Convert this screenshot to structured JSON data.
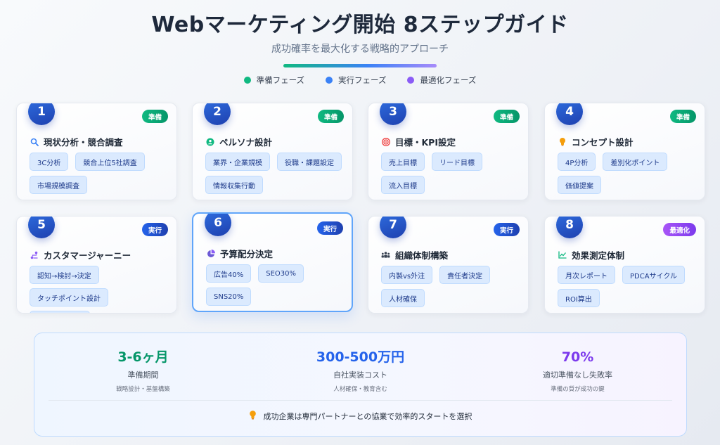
{
  "header": {
    "title": "Webマーケティング開始 8ステップガイド",
    "subtitle": "成功確率を最大化する戦略的アプローチ"
  },
  "legend": [
    {
      "label": "準備フェーズ",
      "color": "#10b981"
    },
    {
      "label": "実行フェーズ",
      "color": "#3b82f6"
    },
    {
      "label": "最適化フェーズ",
      "color": "#8b5cf6"
    }
  ],
  "steps": [
    {
      "number": "1",
      "badge": "準備",
      "phase": "prep",
      "icon": "search-icon",
      "title": "現状分析・競合調査",
      "tags": [
        "3C分析",
        "競合上位5社調査",
        "市場規模調査"
      ]
    },
    {
      "number": "2",
      "badge": "準備",
      "phase": "prep",
      "icon": "user-icon",
      "title": "ペルソナ設計",
      "tags": [
        "業界・企業規模",
        "役職・課題設定",
        "情報収集行動"
      ]
    },
    {
      "number": "3",
      "badge": "準備",
      "phase": "prep",
      "icon": "target-icon",
      "title": "目標・KPI設定",
      "tags": [
        "売上目標",
        "リード目標",
        "流入目標"
      ]
    },
    {
      "number": "4",
      "badge": "準備",
      "phase": "prep",
      "icon": "lightbulb-icon",
      "title": "コンセプト設計",
      "tags": [
        "4P分析",
        "差別化ポイント",
        "価値提案"
      ]
    },
    {
      "number": "5",
      "badge": "実行",
      "phase": "exec",
      "icon": "route-icon",
      "title": "カスタマージャーニー",
      "tags": [
        "認知→検討→決定",
        "タッチポイント設計",
        ""
      ]
    },
    {
      "number": "6",
      "badge": "実行",
      "phase": "exec",
      "icon": "pie-chart-icon",
      "title": "予算配分決定",
      "tags": [
        "広告40%",
        "SEO30%",
        "SNS20%"
      ]
    },
    {
      "number": "7",
      "badge": "実行",
      "phase": "exec",
      "icon": "team-icon",
      "title": "組織体制構築",
      "tags": [
        "内製vs外注",
        "責任者決定",
        "人材確保"
      ]
    },
    {
      "number": "8",
      "badge": "最適化",
      "phase": "opt",
      "icon": "line-chart-icon",
      "title": "効果測定体制",
      "tags": [
        "月次レポート",
        "PDCAサイクル",
        "ROI算出"
      ]
    }
  ],
  "summary": {
    "stats": [
      {
        "value": "3-6ヶ月",
        "label": "準備期間",
        "sub": "戦略設計・基盤構築",
        "color": "#059669"
      },
      {
        "value": "300-500万円",
        "label": "自社実装コスト",
        "sub": "人材確保・教育含む",
        "color": "#2563eb"
      },
      {
        "value": "70%",
        "label": "適切準備なし失敗率",
        "sub": "準備の質が成功の鍵",
        "color": "#7c3aed"
      }
    ],
    "note": "成功企業は専門パートナーとの協業で効率的スタートを選択"
  }
}
